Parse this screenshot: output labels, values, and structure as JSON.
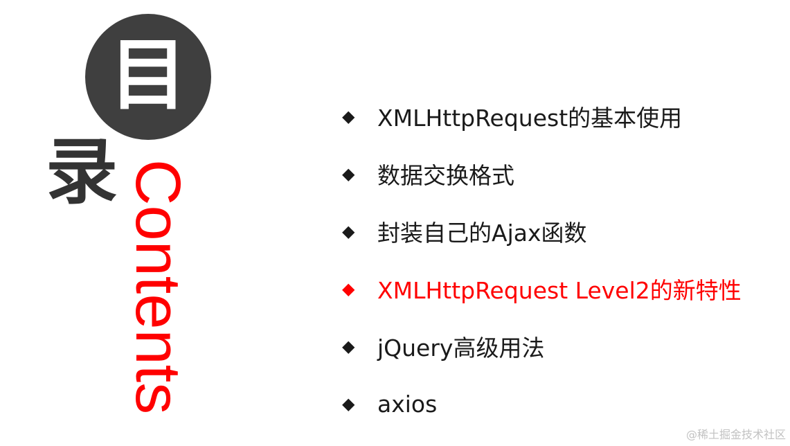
{
  "title": {
    "circle_char": "目",
    "second_char": "录",
    "contents_word": "Contents"
  },
  "toc": {
    "bullet_glyph": "◆",
    "items": [
      {
        "label": "XMLHttpRequest的基本使用",
        "active": false
      },
      {
        "label": "数据交换格式",
        "active": false
      },
      {
        "label": "封装自己的Ajax函数",
        "active": false
      },
      {
        "label": "XMLHttpRequest Level2的新特性",
        "active": true
      },
      {
        "label": "jQuery高级用法",
        "active": false
      },
      {
        "label": "axios",
        "active": false
      }
    ]
  },
  "watermark": "@稀土掘金技术社区",
  "colors": {
    "accent": "#ff0000",
    "circle": "#3f3f3f",
    "text": "#1a1a1a"
  }
}
